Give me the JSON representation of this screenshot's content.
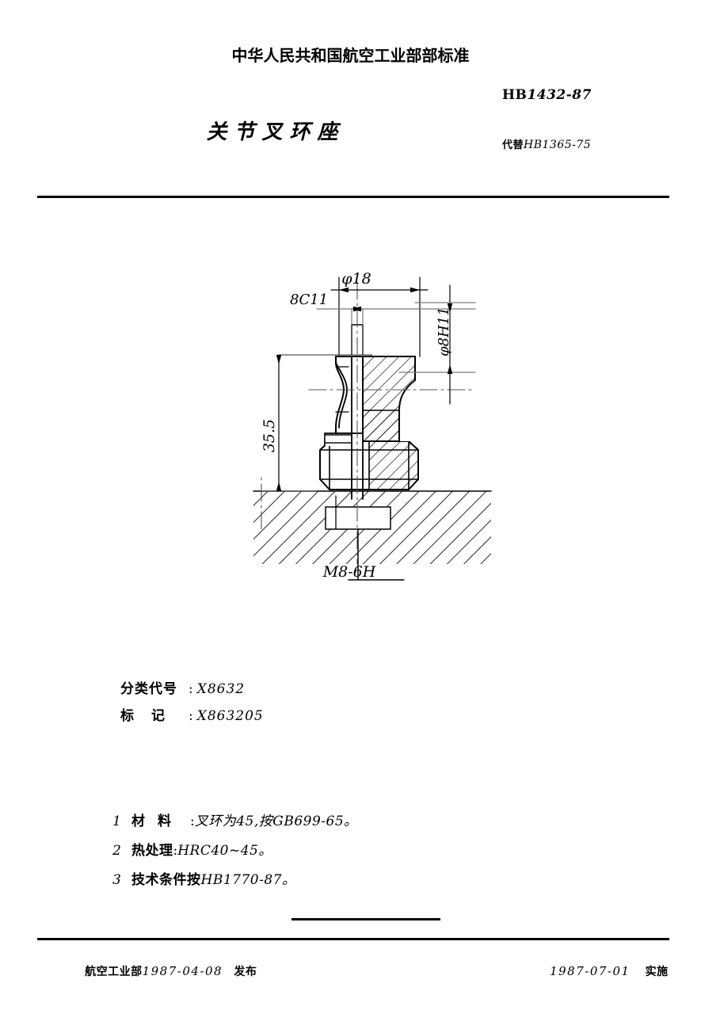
{
  "header": {
    "organization": "中华人民共和国航空工业部部标准",
    "title": "关节叉环座",
    "standard_prefix": "HB",
    "standard_number": "1432-87",
    "replaces_label": "代替",
    "replaces_number": "HB1365-75"
  },
  "drawing": {
    "dimensions": {
      "outer_diameter": "φ18",
      "slot_width": "8C11",
      "bore_diameter": "φ8H11",
      "overall_height": "35.5",
      "thread": "M8-6H"
    }
  },
  "codes": [
    {
      "label": "分类代号",
      "colon": ":",
      "value": "X8632",
      "sparse": false
    },
    {
      "label": "标记",
      "colon": ":",
      "value": "X863205",
      "sparse": true
    }
  ],
  "notes": [
    {
      "num": "1",
      "label": "材料",
      "colon": ":",
      "text": "叉环为45,按GB699-65。",
      "wide": true
    },
    {
      "num": "2",
      "label": "热处理",
      "colon": ":",
      "text": "HRC40~45。",
      "wide": false
    },
    {
      "num": "3",
      "label": "技术条件按",
      "colon": "",
      "text": "HB1770-87。",
      "wide": false
    }
  ],
  "footer": {
    "issuer": "航空工业部",
    "issue_date": "1987-04-08",
    "issue_action": "发布",
    "effective_date": "1987-07-01",
    "effective_action": "实施"
  },
  "colors": {
    "ink": "#000000",
    "paper": "#ffffff"
  }
}
